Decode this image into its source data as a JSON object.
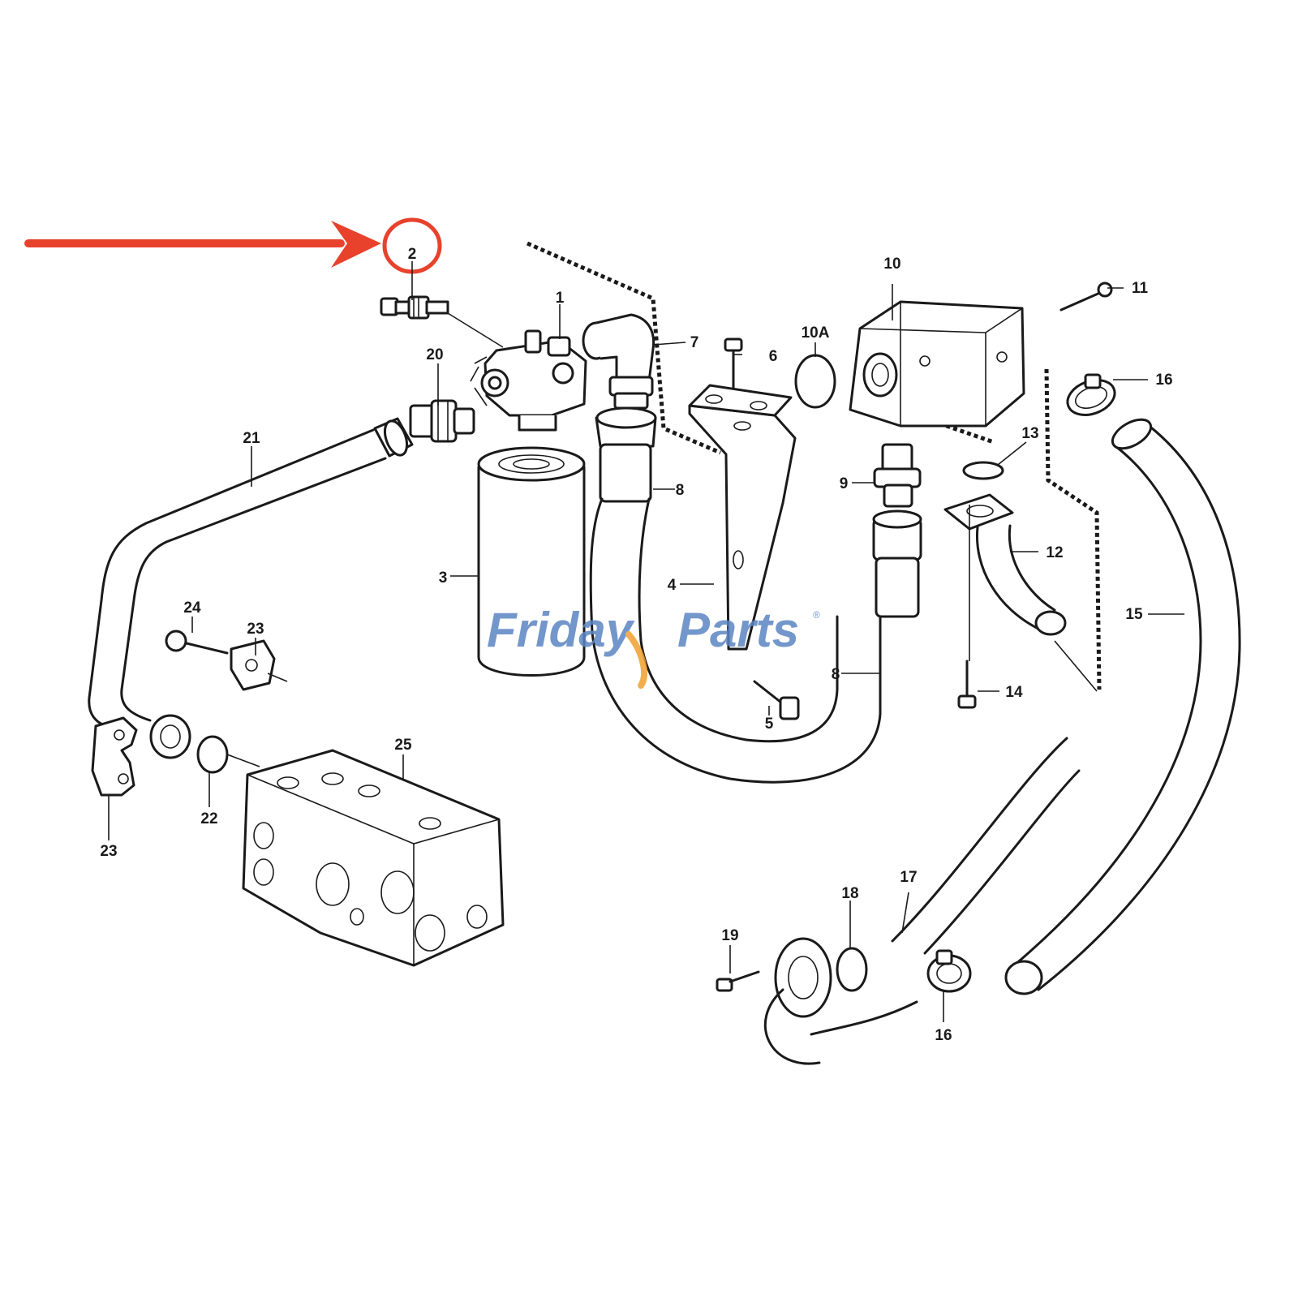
{
  "callouts": {
    "c1": "1",
    "c2": "2",
    "c3": "3",
    "c4": "4",
    "c5": "5",
    "c6": "6",
    "c7": "7",
    "c8a": "8",
    "c8b": "8",
    "c9": "9",
    "c10": "10",
    "c10a": "10A",
    "c11": "11",
    "c12": "12",
    "c13": "13",
    "c14": "14",
    "c15": "15",
    "c16a": "16",
    "c16b": "16",
    "c17": "17",
    "c18": "18",
    "c19": "19",
    "c20": "20",
    "c21": "21",
    "c22": "22",
    "c23a": "23",
    "c23b": "23",
    "c24": "24",
    "c25": "25"
  },
  "watermark": {
    "word1": "Friday",
    "word2": "Parts",
    "mark": "®"
  },
  "highlight": {
    "part": "2",
    "color": "#e8412c"
  },
  "colors": {
    "line": "#1a1a1a",
    "highlight": "#e8412c",
    "watermark_blue": "#5b86c2",
    "watermark_orange": "#f0a030"
  }
}
